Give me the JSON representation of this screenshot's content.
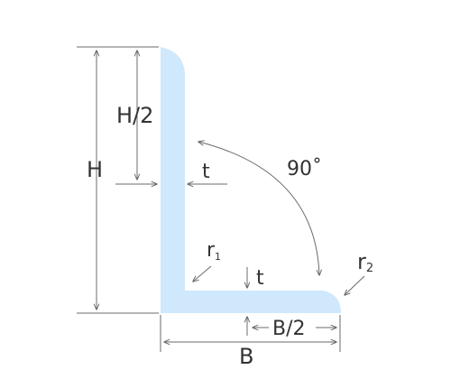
{
  "diagram": {
    "colors": {
      "profile_fill": "#cfe8fb",
      "line": "#6b6b6b",
      "text": "#333333"
    },
    "labels": {
      "height": "H",
      "half_height": "H/2",
      "thickness_vertical": "t",
      "angle": "90˚",
      "inner_radius": "r",
      "inner_radius_sub": "1",
      "thickness_horizontal": "t",
      "outer_radius": "r",
      "outer_radius_sub": "2",
      "half_width": "B/2",
      "width": "B"
    }
  }
}
